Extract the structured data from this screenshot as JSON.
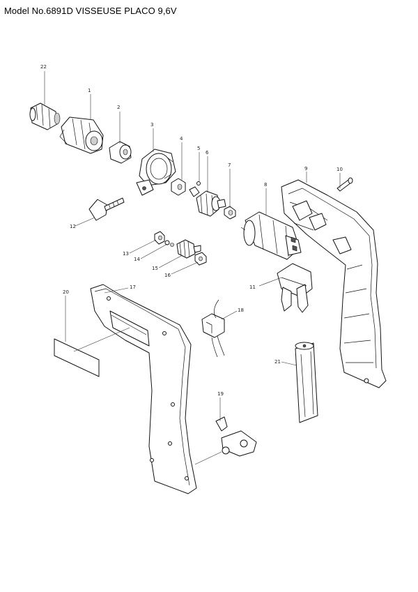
{
  "title": "Model No.6891D VISSEUSE PLACO 9,6V",
  "parts": [
    {
      "num": "1"
    },
    {
      "num": "2"
    },
    {
      "num": "3"
    },
    {
      "num": "4"
    },
    {
      "num": "5"
    },
    {
      "num": "6"
    },
    {
      "num": "7"
    },
    {
      "num": "8"
    },
    {
      "num": "9"
    },
    {
      "num": "10"
    },
    {
      "num": "11"
    },
    {
      "num": "12"
    },
    {
      "num": "13"
    },
    {
      "num": "14"
    },
    {
      "num": "15"
    },
    {
      "num": "16"
    },
    {
      "num": "17"
    },
    {
      "num": "18"
    },
    {
      "num": "19"
    },
    {
      "num": "20"
    },
    {
      "num": "21"
    },
    {
      "num": "22"
    }
  ]
}
